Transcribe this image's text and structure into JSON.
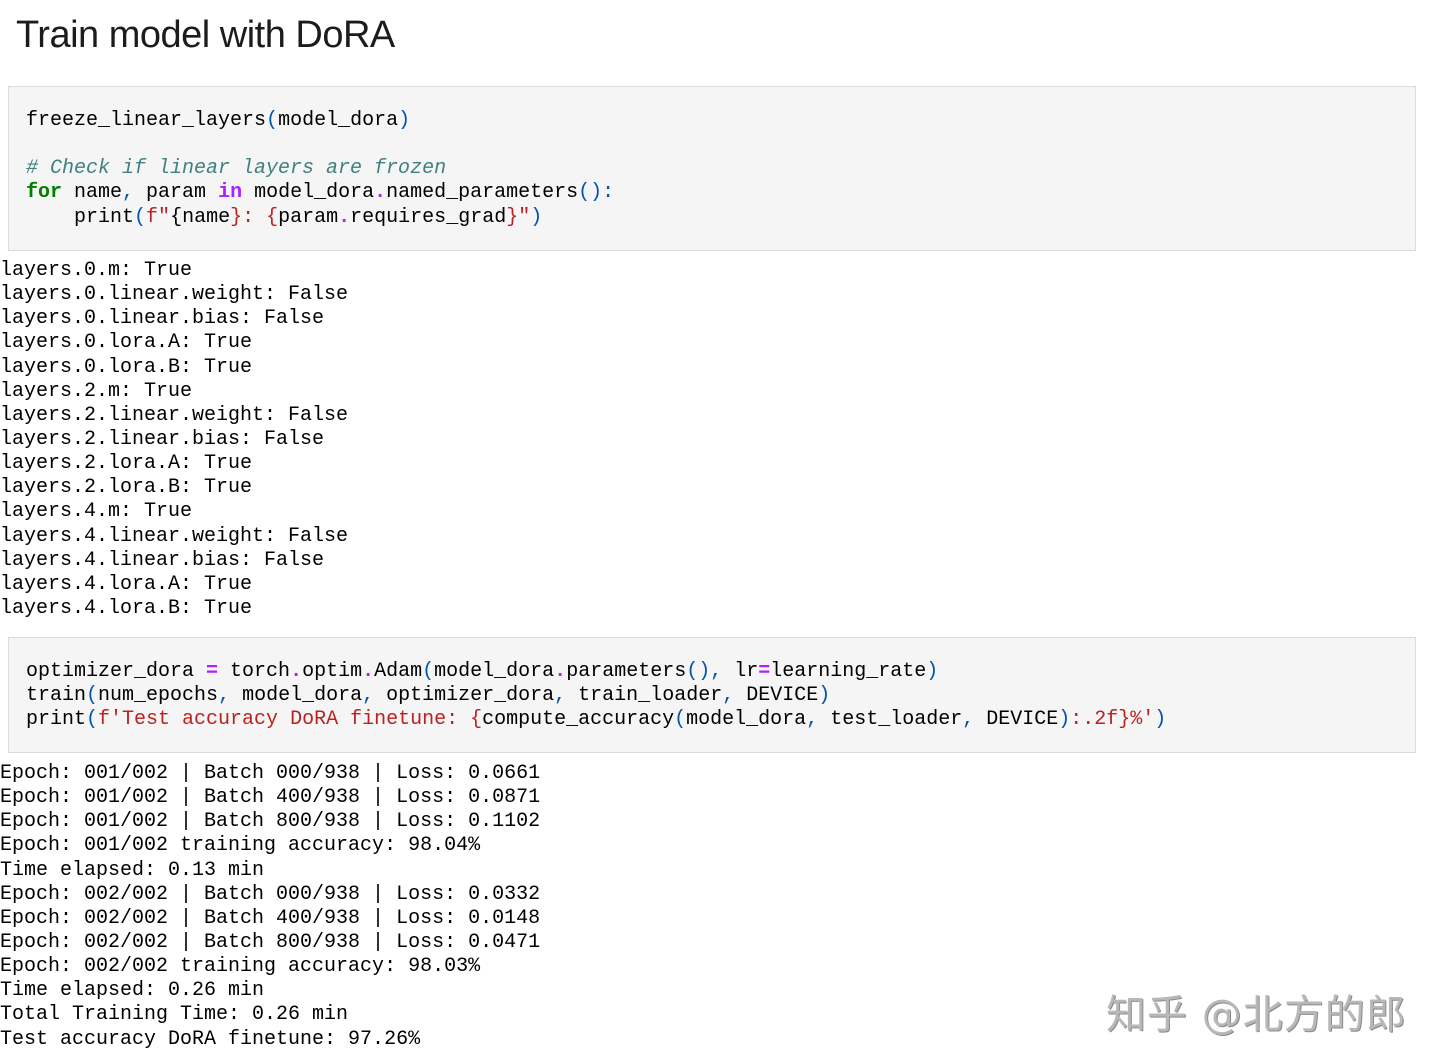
{
  "heading": "Train model with DoRA",
  "cells": [
    {
      "lines": [
        [
          {
            "t": "freeze_linear_layers"
          },
          {
            "t": "(",
            "c": "p"
          },
          {
            "t": "model_dora"
          },
          {
            "t": ")",
            "c": "p"
          }
        ],
        [],
        [
          {
            "t": "# Check if linear layers are frozen",
            "c": "c"
          }
        ],
        [
          {
            "t": "for",
            "c": "k"
          },
          {
            "t": " name"
          },
          {
            "t": ",",
            "c": "p"
          },
          {
            "t": " param "
          },
          {
            "t": "in",
            "c": "kin"
          },
          {
            "t": " model_dora"
          },
          {
            "t": ".",
            "c": "o"
          },
          {
            "t": "named_parameters"
          },
          {
            "t": "():",
            "c": "p"
          }
        ],
        [
          {
            "t": "    print"
          },
          {
            "t": "(",
            "c": "p"
          },
          {
            "t": "f\"",
            "c": "s"
          },
          {
            "t": "{"
          },
          {
            "t": "name"
          },
          {
            "t": "}",
            "c": "s"
          },
          {
            "t": ": ",
            "c": "s"
          },
          {
            "t": "{",
            "c": "s"
          },
          {
            "t": "param"
          },
          {
            "t": ".",
            "c": "o"
          },
          {
            "t": "requires_grad"
          },
          {
            "t": "}",
            "c": "s"
          },
          {
            "t": "\"",
            "c": "s"
          },
          {
            "t": ")",
            "c": "p"
          }
        ]
      ],
      "output": [
        "layers.0.m: True",
        "layers.0.linear.weight: False",
        "layers.0.linear.bias: False",
        "layers.0.lora.A: True",
        "layers.0.lora.B: True",
        "layers.2.m: True",
        "layers.2.linear.weight: False",
        "layers.2.linear.bias: False",
        "layers.2.lora.A: True",
        "layers.2.lora.B: True",
        "layers.4.m: True",
        "layers.4.linear.weight: False",
        "layers.4.linear.bias: False",
        "layers.4.lora.A: True",
        "layers.4.lora.B: True"
      ]
    },
    {
      "lines": [
        [
          {
            "t": "optimizer_dora "
          },
          {
            "t": "=",
            "c": "o"
          },
          {
            "t": " torch"
          },
          {
            "t": ".",
            "c": "o"
          },
          {
            "t": "optim"
          },
          {
            "t": ".",
            "c": "o"
          },
          {
            "t": "Adam"
          },
          {
            "t": "(",
            "c": "p"
          },
          {
            "t": "model_dora"
          },
          {
            "t": ".",
            "c": "o"
          },
          {
            "t": "parameters"
          },
          {
            "t": "(),",
            "c": "p"
          },
          {
            "t": " lr"
          },
          {
            "t": "=",
            "c": "o"
          },
          {
            "t": "learning_rate"
          },
          {
            "t": ")",
            "c": "p"
          }
        ],
        [
          {
            "t": "train"
          },
          {
            "t": "(",
            "c": "p"
          },
          {
            "t": "num_epochs"
          },
          {
            "t": ",",
            "c": "p"
          },
          {
            "t": " model_dora"
          },
          {
            "t": ",",
            "c": "p"
          },
          {
            "t": " optimizer_dora"
          },
          {
            "t": ",",
            "c": "p"
          },
          {
            "t": " train_loader"
          },
          {
            "t": ",",
            "c": "p"
          },
          {
            "t": " DEVICE"
          },
          {
            "t": ")",
            "c": "p"
          }
        ],
        [
          {
            "t": "print"
          },
          {
            "t": "(",
            "c": "p"
          },
          {
            "t": "f'Test accuracy DoRA finetune: ",
            "c": "s"
          },
          {
            "t": "{",
            "c": "s"
          },
          {
            "t": "compute_accuracy"
          },
          {
            "t": "(",
            "c": "p"
          },
          {
            "t": "model_dora"
          },
          {
            "t": ",",
            "c": "p"
          },
          {
            "t": " test_loader"
          },
          {
            "t": ",",
            "c": "p"
          },
          {
            "t": " DEVICE"
          },
          {
            "t": ")",
            "c": "p"
          },
          {
            "t": ":.2f}%'",
            "c": "s"
          },
          {
            "t": ")",
            "c": "p"
          }
        ]
      ],
      "output": [
        "Epoch: 001/002 | Batch 000/938 | Loss: 0.0661",
        "Epoch: 001/002 | Batch 400/938 | Loss: 0.0871",
        "Epoch: 001/002 | Batch 800/938 | Loss: 0.1102",
        "Epoch: 001/002 training accuracy: 98.04%",
        "Time elapsed: 0.13 min",
        "Epoch: 002/002 | Batch 000/938 | Loss: 0.0332",
        "Epoch: 002/002 | Batch 400/938 | Loss: 0.0148",
        "Epoch: 002/002 | Batch 800/938 | Loss: 0.0471",
        "Epoch: 002/002 training accuracy: 98.03%",
        "Time elapsed: 0.26 min",
        "Total Training Time: 0.26 min",
        "Test accuracy DoRA finetune: 97.26%"
      ]
    }
  ],
  "watermark": "知乎 @北方的郎",
  "colors": {
    "keyword": "#008000",
    "operator": "#aa22ff",
    "punctuation": "#0055aa",
    "comment": "#408080",
    "string": "#ba2121",
    "cell_bg": "#f5f5f5",
    "cell_border": "#dcdcdc"
  }
}
